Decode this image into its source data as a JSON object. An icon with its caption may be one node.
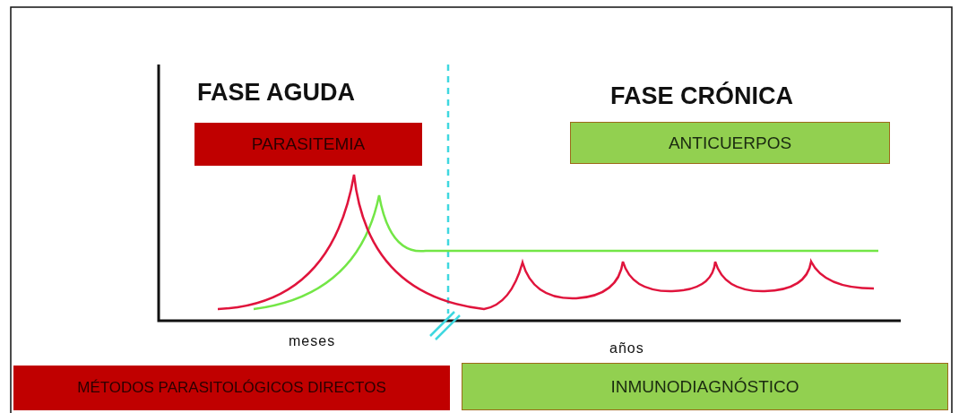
{
  "diagram": {
    "nodes": [
      {
        "text": [
          "PARASITEMIA"
        ]
      },
      {
        "text": [
          "ANTICUERPOS"
        ]
      },
      {
        "text": [
          "MÉTODOS PARASITOLÓGICOS DIRECTOS"
        ]
      },
      {
        "text": [
          "INMUNODIAGNÓSTICO"
        ]
      }
    ],
    "labels": [
      "FASE AGUDA",
      "FASE CRÓNICA",
      "meses",
      "años"
    ]
  }
}
